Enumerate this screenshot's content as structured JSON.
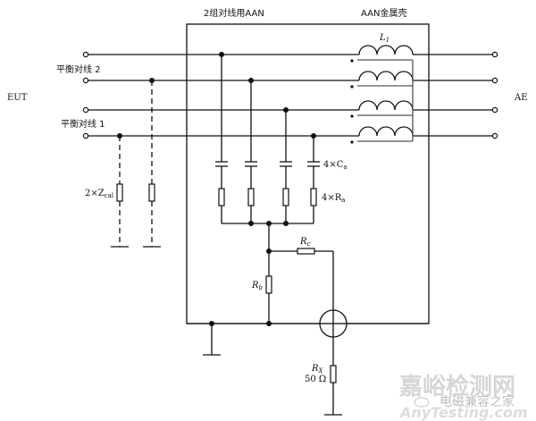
{
  "title_aan": "2组对线用AAN",
  "title_shell": "AAN金属壳",
  "eut_label": "EUT",
  "ae_label": "AE",
  "pair2_label": "平衡对线 2",
  "pair1_label": "平衡对线 1",
  "inductor_label": {
    "main": "L",
    "sub": "1"
  },
  "cap_label": {
    "main": "4×C",
    "sub": "a"
  },
  "res_a_label": {
    "main": "4×R",
    "sub": "a"
  },
  "zcal_label": {
    "main": "2×Z",
    "sub": "cal"
  },
  "rc_label": {
    "main": "R",
    "sub": "c"
  },
  "rb_label": {
    "main": "R",
    "sub": "b"
  },
  "rx_label": {
    "main": "R",
    "sub": "X"
  },
  "rx_value": "50 Ω",
  "watermark": {
    "line1": "嘉峪检测网",
    "line2": "电磁兼容之家",
    "line3": "AnyTesting.com"
  }
}
